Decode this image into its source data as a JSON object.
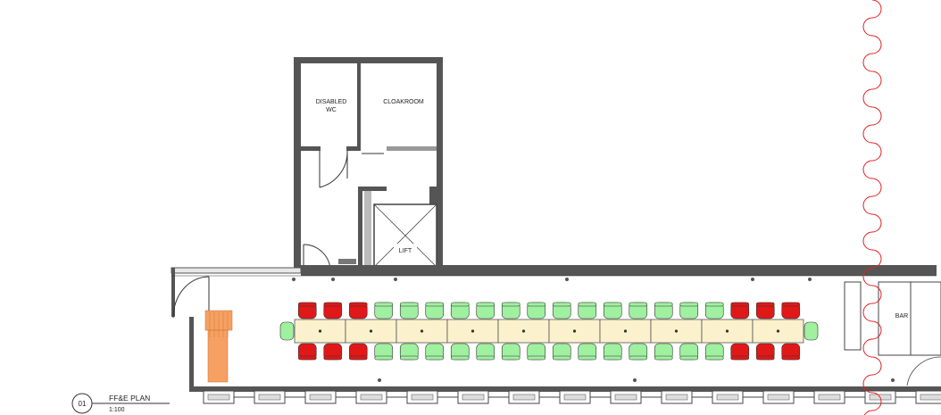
{
  "rooms": {
    "disabled_wc_line1": "DISABLED",
    "disabled_wc_line2": "WC",
    "cloakroom": "CLOAKROOM",
    "lift": "LIFT",
    "bar": "BAR"
  },
  "title_block": {
    "number": "01",
    "title": "FF&E PLAN",
    "scale": "1:100"
  },
  "seating": {
    "table_count": 10,
    "chair_columns": 20,
    "chair_colors": [
      "red",
      "red",
      "red",
      "green",
      "green",
      "green",
      "green",
      "green",
      "green",
      "green",
      "green",
      "green",
      "green",
      "green",
      "green",
      "green",
      "green",
      "red",
      "red",
      "red"
    ],
    "end_chairs": [
      "green",
      "green"
    ]
  },
  "colors": {
    "wall": "#555555",
    "table": "#fbf1cc",
    "chair_red": "#e01818",
    "chair_green": "#9ff09f",
    "feature": "#f7a063",
    "revision_cloud": "#e02020"
  }
}
